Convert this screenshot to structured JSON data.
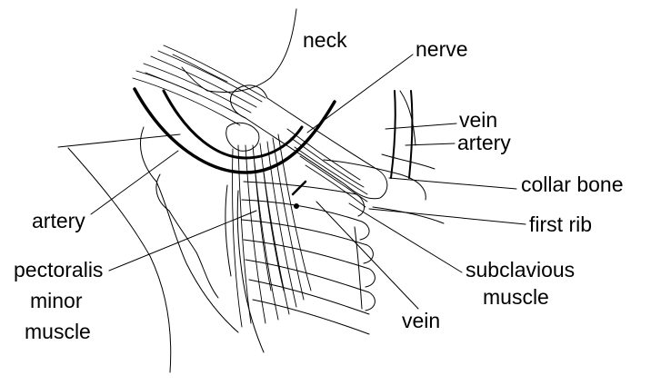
{
  "labels": {
    "neck": "neck",
    "nerve": "nerve",
    "vein_top": "vein",
    "artery_top": "artery",
    "collar_bone": "collar bone",
    "artery_left": "artery",
    "first_rib": "first rib",
    "pectoralis_minor_line1": "pectoralis",
    "pectoralis_minor_line2": "minor",
    "pectoralis_minor_line3": "muscle",
    "subclavius_line1": "subclavious",
    "subclavius_line2": "muscle",
    "vein_bottom": "vein"
  },
  "colors": {
    "line": "#000000",
    "background": "#ffffff"
  }
}
